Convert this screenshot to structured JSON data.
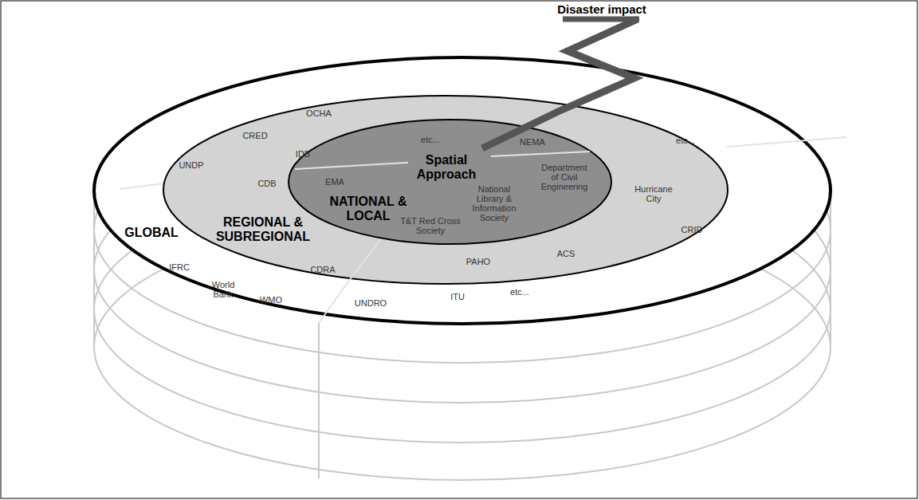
{
  "diagram": {
    "nodes": [
      {
        "text": [
          "GLOBAL"
        ]
      },
      {
        "text": [
          "REGIONAL & SUBREGIONAL"
        ],
        "in": 0
      },
      {
        "text": [
          "NATIONAL & LOCAL"
        ],
        "in": 1
      }
    ],
    "labels": [
      "Disaster impact",
      "OCHA",
      "CRED",
      "UNDP",
      "IDB",
      "CDB",
      "EMA",
      "etc...",
      "NEMA",
      "Spatial Approach",
      "Department of Civil Engineering",
      "National Library & Information Society",
      "T&T Red Cross Society",
      "etc...",
      "Hurricane City",
      "CRID",
      "ACS",
      "PAHO",
      "CDRA",
      "IFRC",
      "World Bank",
      "WMO",
      "UNDRO",
      "ITU",
      "etc..."
    ]
  }
}
